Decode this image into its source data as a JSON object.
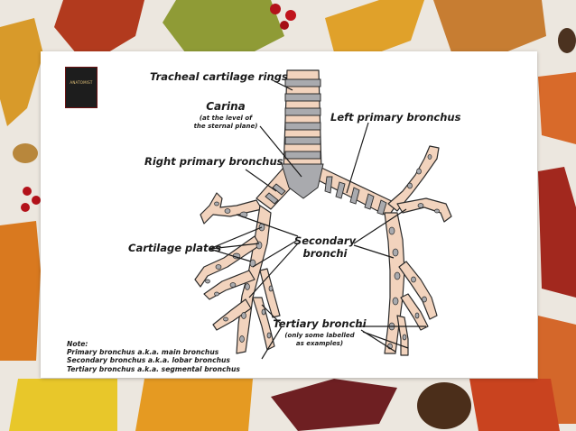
{
  "logo": {
    "text": "ANATOMIST"
  },
  "labels": {
    "tracheal_rings": "Tracheal cartilage rings",
    "carina": "Carina",
    "carina_note_1": "(at the level of",
    "carina_note_2": "the sternal plane)",
    "left_primary": "Left primary bronchus",
    "right_primary": "Right primary bronchus",
    "cartilage_plates": "Cartilage plates",
    "secondary_1": "Secondary",
    "secondary_2": "bronchi",
    "tertiary": "Tertiary bronchi",
    "tertiary_note_1": "(only some labelled",
    "tertiary_note_2": "as examples)"
  },
  "note": {
    "heading": "Note:",
    "lines": [
      "Primary bronchus a.k.a. main bronchus",
      "Secondary bronchus a.k.a. lobar bronchus",
      "Tertiary bronchus a.k.a. segmental bronchus"
    ]
  },
  "colors": {
    "airway": "#f2d3bd",
    "cartilage": "#a9aaae",
    "outline": "#2b2b2b",
    "card": "#ffffff"
  }
}
